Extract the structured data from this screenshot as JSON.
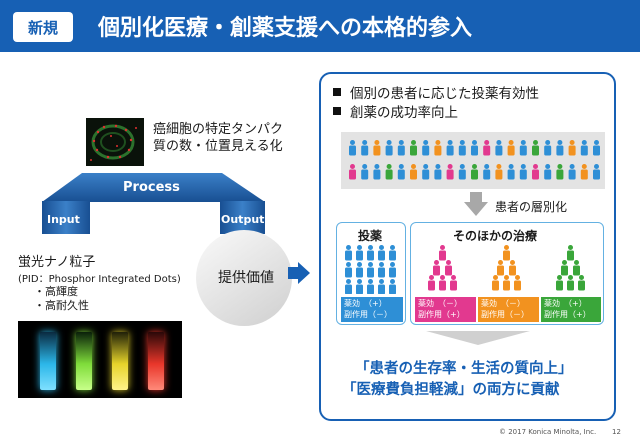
{
  "header": {
    "badge": "新規",
    "title": "個別化医療・創薬支援への本格的参入"
  },
  "left": {
    "microscope_caption_line1": "癌細胞の特定タンパク",
    "microscope_caption_line2": "質の数・位置見える化",
    "process_label": "Process",
    "input_label": "Input",
    "output_label": "Output",
    "nano_title": "蛍光ナノ粒子",
    "nano_pid": "(PID：Phosphor Integrated Dots)",
    "nano_features": [
      "・高輝度",
      "・高耐久性"
    ],
    "value_label": "提供価値"
  },
  "right": {
    "bullets": [
      "個別の患者に応じた投薬有効性",
      "創薬の成功率向上"
    ],
    "stratification_label": "患者の層別化",
    "box_dosing_title": "投薬",
    "box_other_title": "そのほかの治療",
    "effects": [
      {
        "text": "薬効　（+）\n副作用（－）",
        "color": "#2e8fd6"
      },
      {
        "text": "薬効　（－）\n副作用（+）",
        "color": "#e2398f"
      },
      {
        "text": "薬効　（－）\n副作用（－）",
        "color": "#f2921f"
      },
      {
        "text": "薬効　（+）\n副作用（+）",
        "color": "#3aa63a"
      }
    ],
    "result_line1": "「患者の生存率・生活の質向上」",
    "result_line2": "「医療費負担軽減」の両方に貢献"
  },
  "footer": {
    "copyright": "© 2017 Konica Minolta, Inc.",
    "page": "12"
  },
  "colors": {
    "brand_blue": "#1760b4",
    "people_blue": "#2e8fd6",
    "people_pink": "#e2398f",
    "people_orange": "#f2921f",
    "people_green": "#3aa63a"
  }
}
